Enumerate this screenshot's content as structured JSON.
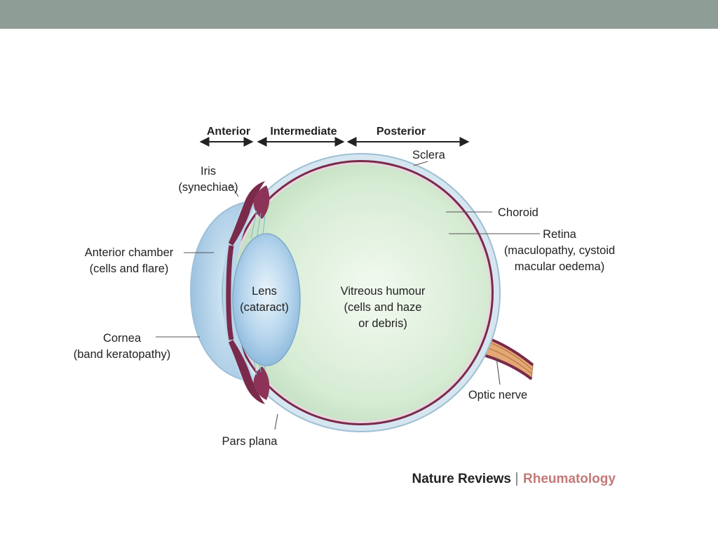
{
  "header": {
    "anterior": "Anterior",
    "intermediate": "Intermediate",
    "posterior": "Posterior"
  },
  "labels": {
    "sclera": "Sclera",
    "iris": "Iris",
    "iris_note": "(synechiae)",
    "choroid": "Choroid",
    "retina": "Retina",
    "retina_note_1": "(maculopathy, cystoid",
    "retina_note_2": "macular oedema)",
    "anterior_chamber": "Anterior chamber",
    "anterior_chamber_note": "(cells and flare)",
    "lens": "Lens",
    "lens_note": "(cataract)",
    "vitreous": "Vitreous humour",
    "vitreous_note_1": "(cells and haze",
    "vitreous_note_2": "or debris)",
    "cornea": "Cornea",
    "cornea_note": "(band keratopathy)",
    "optic_nerve": "Optic nerve",
    "pars_plana": "Pars plana"
  },
  "credit": {
    "journal": "Nature Reviews",
    "separator": "|",
    "section": "Rheumatology"
  },
  "colors": {
    "top_bar": "#8e9d95",
    "vitreous": "#cfe6cc",
    "lens": "#a8cbe6",
    "cornea": "#b9d6ea",
    "choroid": "#7a2a4a",
    "sclera": "#d6e6f0",
    "credit_accent": "#c27a77"
  }
}
